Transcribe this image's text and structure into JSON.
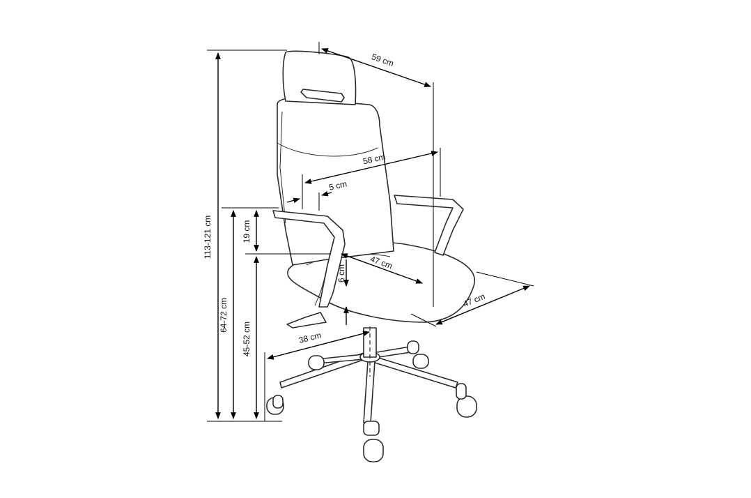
{
  "diagram": {
    "product": "office chair",
    "dimensions": {
      "total_height": "113-121 cm",
      "armrest_height": "64-72 cm",
      "seat_height": "45-52 cm",
      "armrest_above_seat": "19 cm",
      "backrest_width": "59 cm",
      "outer_width": "58 cm",
      "armrest_width": "5 cm",
      "seat_depth": "47 cm",
      "seat_width": "47 cm",
      "seat_thickness": "6 cm",
      "base_radius": "38 cm"
    }
  }
}
